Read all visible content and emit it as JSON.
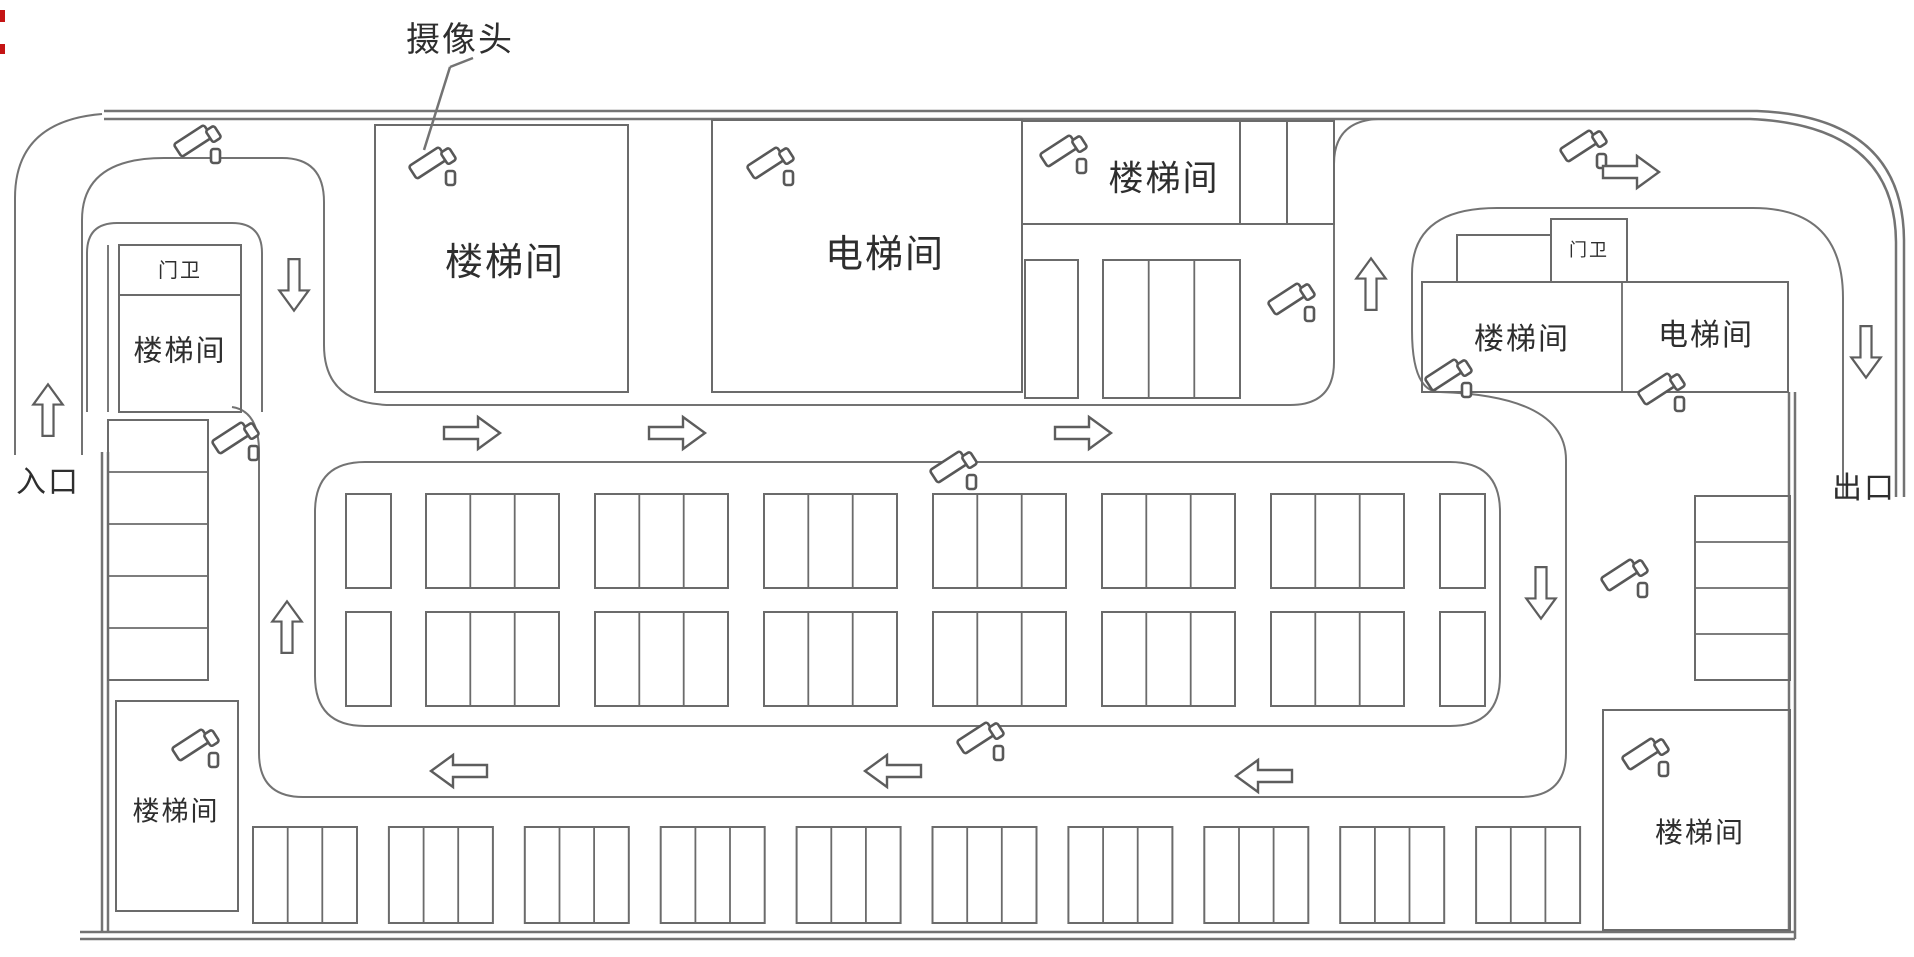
{
  "annotation": {
    "camera_label": "摄像头"
  },
  "labels": {
    "entrance": "入口",
    "exit": "出口"
  },
  "rooms": [
    {
      "id": "top-left-guard",
      "label": "门卫"
    },
    {
      "id": "top-left-stairwell",
      "label": "楼梯间"
    },
    {
      "id": "top-stairwell",
      "label": "楼梯间"
    },
    {
      "id": "top-elevator",
      "label": "电梯间"
    },
    {
      "id": "upper-right-stairwell",
      "label": "楼梯间"
    },
    {
      "id": "top-right-guard",
      "label": "门卫"
    },
    {
      "id": "top-right-stairwell",
      "label": "楼梯间"
    },
    {
      "id": "top-right-elevator",
      "label": "电梯间"
    },
    {
      "id": "bottom-left-stairwell",
      "label": "楼梯间"
    },
    {
      "id": "bottom-right-stairwell",
      "label": "楼梯间"
    }
  ],
  "icons": {
    "camera": "cctv-camera-icon",
    "arrow": "flow-arrow-icon"
  },
  "counts": {
    "cameras": 14,
    "flow_arrows": 13,
    "island_rows": 2,
    "island_groups_per_row": 6,
    "island_stalls_per_group": 3,
    "island_single_stalls_per_row": 2,
    "bottom_row_groups": 10,
    "bottom_row_stalls_per_group": 3,
    "left_column_stalls": 5,
    "right_column_stalls": 4,
    "top_right_wall_stalls": 2
  },
  "flow_directions": [
    "up",
    "up",
    "up",
    "down",
    "down",
    "down",
    "right",
    "right",
    "right",
    "right",
    "left",
    "left",
    "left"
  ],
  "colors": {
    "background": "#ffffff",
    "line": "#737373",
    "stall_line": "#6b6b6b",
    "text": "#2e2e2e",
    "artifact": "#c41414"
  }
}
